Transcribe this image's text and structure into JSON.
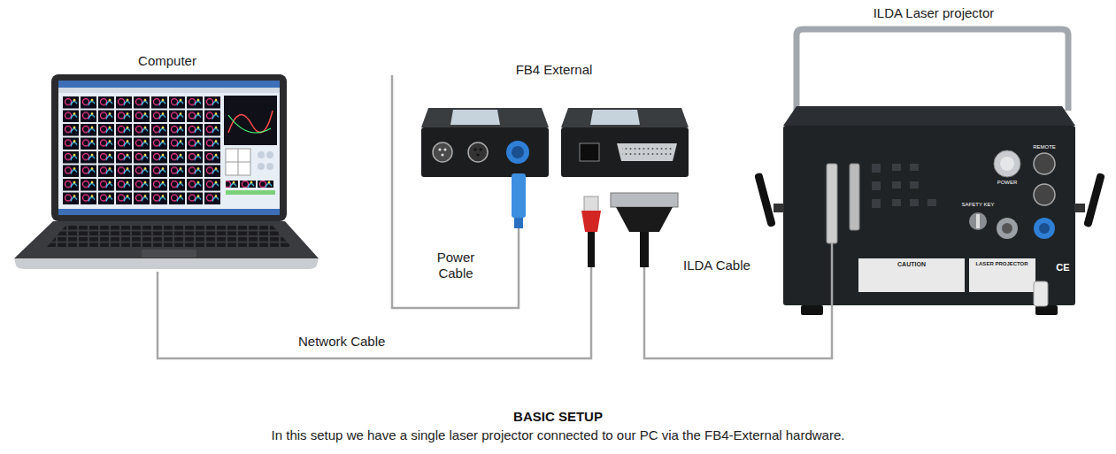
{
  "diagram": {
    "title": "BASIC SETUP",
    "caption": "In this setup we have a single laser projector connected to our PC via the FB4-External hardware.",
    "nodes": [
      {
        "text": [
          "Computer"
        ]
      },
      {
        "text": [
          "FB4 External"
        ]
      },
      {
        "text": [
          "ILDA Laser projector"
        ]
      }
    ],
    "edges": [
      {
        "from": 0,
        "to": 1,
        "label": "Network Cable",
        "arrow": "none"
      },
      {
        "from": 1,
        "to": 2,
        "label": "ILDA Cable",
        "arrow": "none"
      }
    ],
    "labels": [
      "Power Cable",
      "POWER",
      "REMOTE",
      "SAFETY KEY",
      "CAUTION",
      "LASER PROJECTOR",
      "CE"
    ]
  }
}
